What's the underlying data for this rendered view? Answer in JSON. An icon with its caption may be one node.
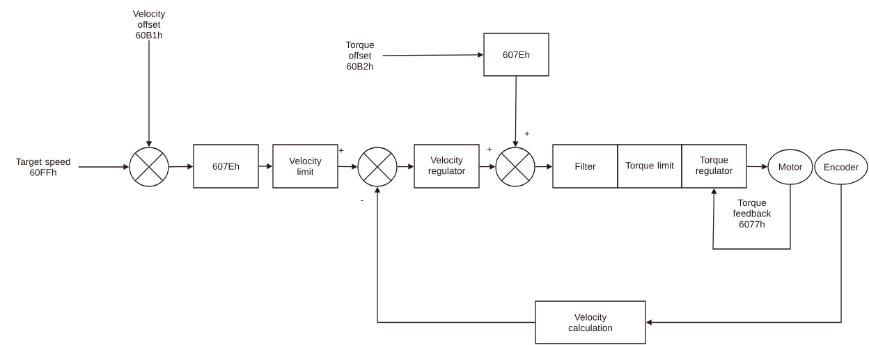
{
  "diagram": {
    "nodes": [
      {
        "text": [
          "Target speed 60FFh"
        ]
      },
      {
        "text": [
          "Velocity offset 60B1h"
        ]
      },
      {
        "text": [],
        "shape": "circle"
      },
      {
        "text": [
          "607Eh"
        ]
      },
      {
        "text": [
          "Velocity limit"
        ]
      },
      {
        "text": [],
        "shape": "circle"
      },
      {
        "text": [
          "Velocity regulator"
        ]
      },
      {
        "text": [
          "Torque offset 60B2h"
        ]
      },
      {
        "text": [
          "607Eh"
        ]
      },
      {
        "text": [],
        "shape": "circle"
      },
      {
        "text": [
          "Filter"
        ]
      },
      {
        "text": [
          "Torque limit"
        ]
      },
      {
        "text": [
          "Torque regulator"
        ]
      },
      {
        "text": [
          "Motor"
        ]
      },
      {
        "text": [
          "Encoder"
        ]
      },
      {
        "text": [
          "Velocity calculation"
        ]
      }
    ],
    "edges": [
      {
        "from": 0,
        "to": 2,
        "arrow": "to"
      },
      {
        "from": 1,
        "to": 2,
        "arrow": "to"
      },
      {
        "from": 2,
        "to": 3,
        "arrow": "to"
      },
      {
        "from": 3,
        "to": 4,
        "arrow": "to"
      },
      {
        "from": 4,
        "to": 5,
        "arrow": "to"
      },
      {
        "from": 5,
        "to": 6,
        "arrow": "to"
      },
      {
        "from": 6,
        "to": 9,
        "arrow": "to"
      },
      {
        "from": 7,
        "to": 8,
        "arrow": "to"
      },
      {
        "from": 8,
        "to": 9,
        "arrow": "to"
      },
      {
        "from": 9,
        "to": 10,
        "arrow": "to"
      },
      {
        "from": 12,
        "to": 13,
        "arrow": "to"
      },
      {
        "from": 13,
        "to": 12,
        "arrow": "to",
        "label": "Torque feedback 6077h"
      },
      {
        "from": 14,
        "to": 15,
        "arrow": "to"
      },
      {
        "from": 15,
        "to": 5,
        "arrow": "to"
      }
    ],
    "labels": [
      "+",
      "-",
      "+",
      "+"
    ]
  }
}
